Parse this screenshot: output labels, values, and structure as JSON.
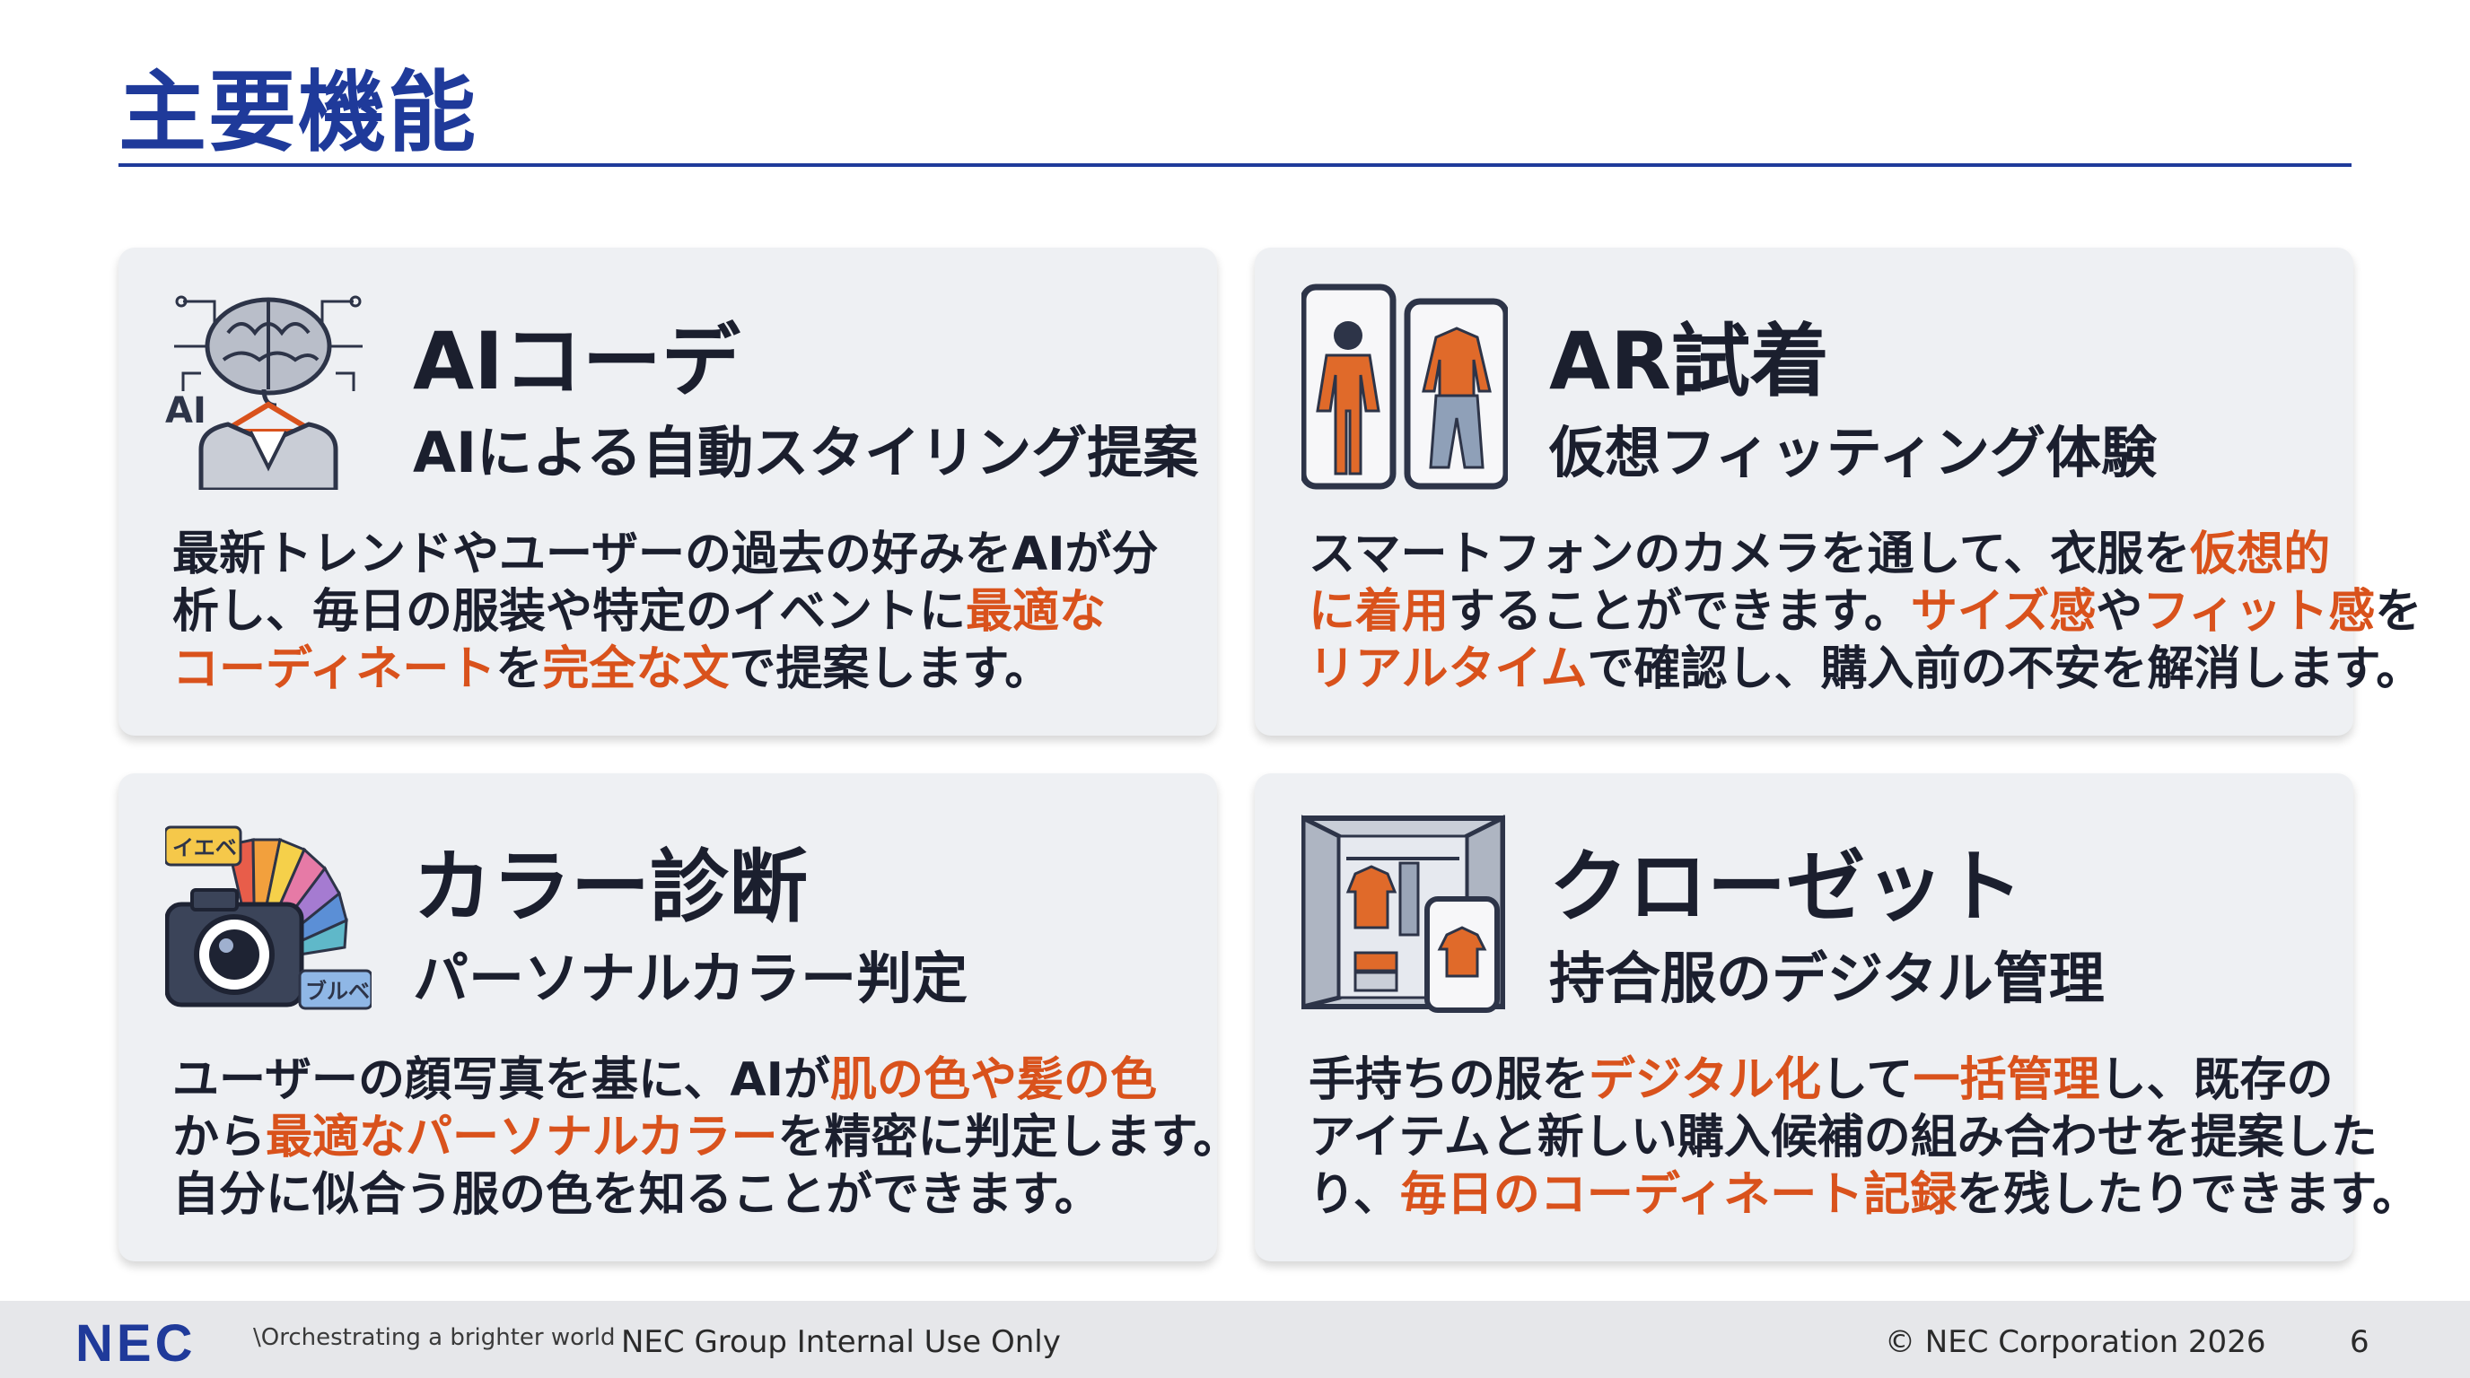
{
  "title": "主要機能",
  "cards": [
    {
      "icon": "ai-brain-hanger-icon",
      "icon_text": "AI",
      "heading": "AIコーデ",
      "subtitle": "AIによる自動スタイリング提案",
      "body": [
        [
          {
            "t": "最新トレンドやユーザーの過去の好みをAIが分"
          }
        ],
        [
          {
            "t": "析し、毎日の服装や特定のイベントに"
          },
          {
            "t": "最適な",
            "hl": true
          }
        ],
        [
          {
            "t": "コーディネート",
            "hl": true
          },
          {
            "t": "を"
          },
          {
            "t": "完全な文",
            "hl": true
          },
          {
            "t": "で提案します。"
          }
        ]
      ]
    },
    {
      "icon": "smartphone-ar-tryon-icon",
      "heading": "AR試着",
      "subtitle": "仮想フィッティング体験",
      "body": [
        [
          {
            "t": "スマートフォンのカメラを通して、衣服を"
          },
          {
            "t": "仮想的",
            "hl": true
          }
        ],
        [
          {
            "t": "に着用",
            "hl": true
          },
          {
            "t": "することができます。"
          },
          {
            "t": "サイズ感",
            "hl": true
          },
          {
            "t": "や"
          },
          {
            "t": "フィット感",
            "hl": true
          },
          {
            "t": "を"
          }
        ],
        [
          {
            "t": "リアルタイム",
            "hl": true
          },
          {
            "t": "で確認し、購入前の不安を解消します。"
          }
        ]
      ]
    },
    {
      "icon": "camera-color-palette-icon",
      "icon_labels": [
        "イエベ",
        "ブルベ"
      ],
      "heading": "カラー診断",
      "subtitle": "パーソナルカラー判定",
      "body": [
        [
          {
            "t": "ユーザーの顔写真を基に、AIが"
          },
          {
            "t": "肌の色や髪の色",
            "hl": true
          }
        ],
        [
          {
            "t": "から"
          },
          {
            "t": "最適なパーソナルカラー",
            "hl": true
          },
          {
            "t": "を精密に判定します。"
          }
        ],
        [
          {
            "t": "自分に似合う服の色を知ることができます。"
          }
        ]
      ]
    },
    {
      "icon": "closet-smartphone-icon",
      "heading": "クローゼット",
      "subtitle": "持合服のデジタル管理",
      "body": [
        [
          {
            "t": "手持ちの服を"
          },
          {
            "t": "デジタル化",
            "hl": true
          },
          {
            "t": "して"
          },
          {
            "t": "一括管理",
            "hl": true
          },
          {
            "t": "し、既存の"
          }
        ],
        [
          {
            "t": "アイテムと新しい購入候補の組み合わせを提案した"
          }
        ],
        [
          {
            "t": "り、"
          },
          {
            "t": "毎日のコーディネート記録",
            "hl": true
          },
          {
            "t": "を残したりできます。"
          }
        ]
      ]
    }
  ],
  "footer": {
    "logo": "NEC",
    "tagline": "\\Orchestrating a brighter world",
    "internal": "NEC Group Internal Use Only",
    "copyright": "© NEC Corporation 2026",
    "page": "6"
  },
  "colors": {
    "title": "#1f3a9a",
    "highlight": "#d9521c",
    "card_bg": "#eef0f3",
    "text": "#1b1f2e"
  }
}
